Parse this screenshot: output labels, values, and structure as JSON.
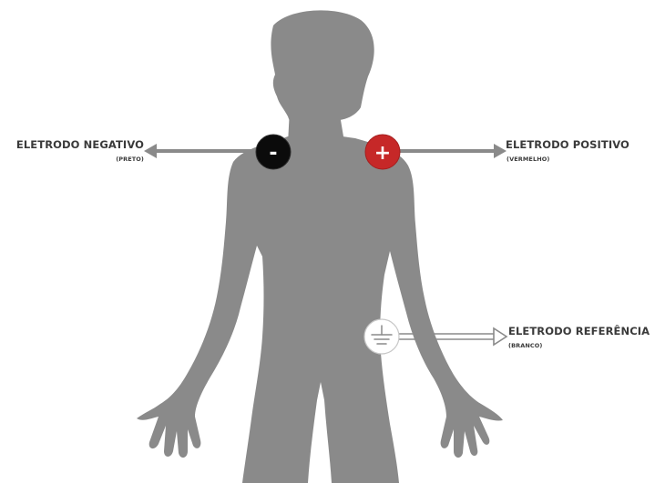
{
  "labels": {
    "negative": {
      "title": "ELETRODO NEGATIVO",
      "subtitle": "(PRETO)"
    },
    "positive": {
      "title": "ELETRODO POSITIVO",
      "subtitle": "(VERMELHO)"
    },
    "reference": {
      "title": "ELETRODO REFERÊNCIA",
      "subtitle": "(BRANCO)"
    }
  },
  "electrodes": {
    "negative": {
      "symbol": "-",
      "fill": "#0b0b0b",
      "symbol_color": "#ffffff",
      "icon": "minus-icon"
    },
    "positive": {
      "symbol": "+",
      "fill": "#c62828",
      "symbol_color": "#ffffff",
      "icon": "plus-icon"
    },
    "reference": {
      "symbol": "⏚",
      "fill": "#ffffff",
      "symbol_color": "#8a8a8a",
      "icon": "ground-icon"
    }
  },
  "colors": {
    "body": "#8a8a8a",
    "arrow": "#8a8a8a",
    "label_text": "#3a3a3a"
  }
}
